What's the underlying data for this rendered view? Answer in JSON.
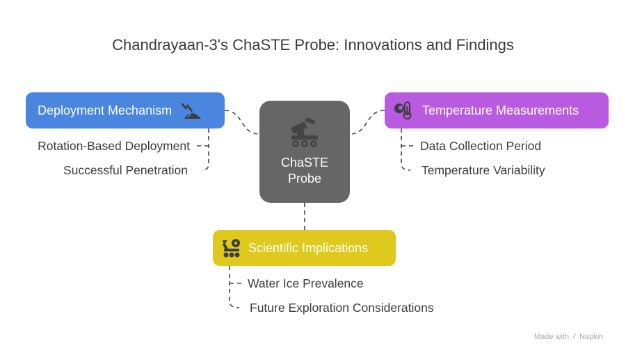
{
  "title": "Chandrayaan-3's ChaSTE Probe: Innovations and Findings",
  "center": {
    "line1": "ChaSTE",
    "line2": "Probe",
    "icon": "rover-arm-icon",
    "color": "#666666"
  },
  "branches": [
    {
      "label": "Deployment Mechanism",
      "icon": "shovel-mound-icon",
      "color": "#4a86e0",
      "items": [
        "Rotation-Based Deployment",
        "Successful Penetration"
      ]
    },
    {
      "label": "Temperature Measurements",
      "icon": "thermometer-globe-icon",
      "color": "#b95be0",
      "items": [
        "Data Collection Period",
        "Temperature Variability"
      ]
    },
    {
      "label": "Scientific Implications",
      "icon": "rover-satellite-icon",
      "color": "#dec91c",
      "items": [
        "Water Ice Prevalence",
        "Future Exploration Considerations"
      ]
    }
  ],
  "watermark": {
    "prefix": "Made with",
    "brand": "Napkin"
  }
}
